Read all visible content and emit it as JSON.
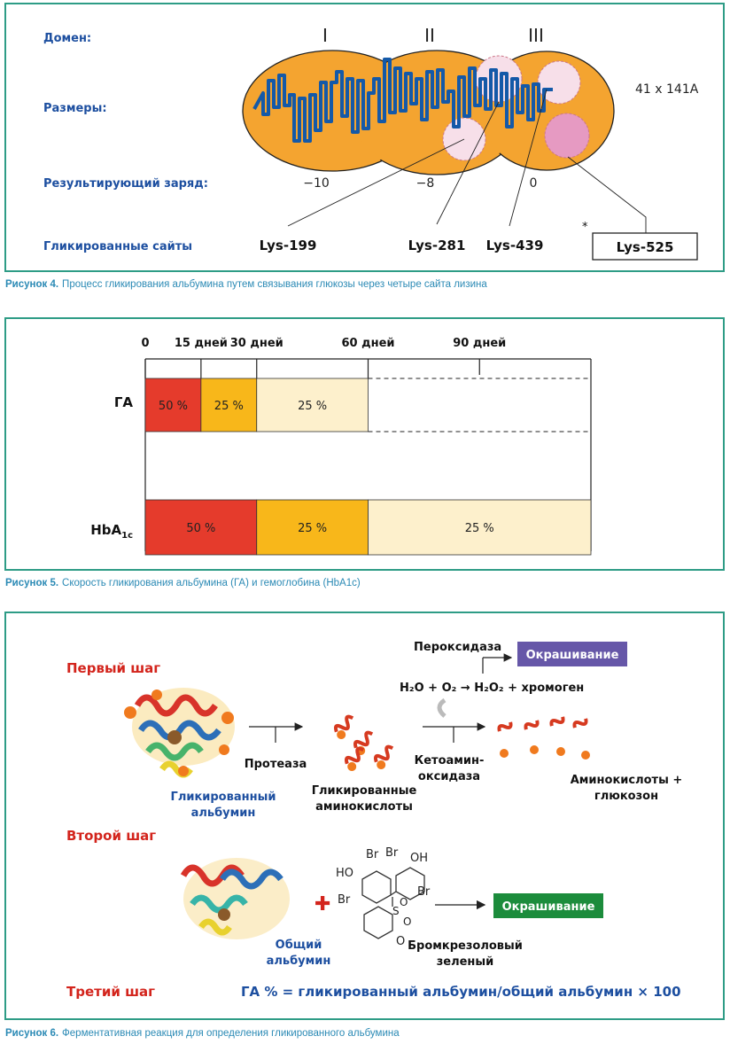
{
  "fig4": {
    "row_labels": {
      "domain": "Домен:",
      "size": "Размеры:",
      "charge": "Результирующий заряд:",
      "sites": "Гликированные сайты"
    },
    "domains": [
      "I",
      "II",
      "III"
    ],
    "size_value": "41 x 141A",
    "charges": [
      "−10",
      "−8",
      "0"
    ],
    "sites": [
      "Lys-199",
      "Lys-281",
      "Lys-439",
      "Lys-525"
    ],
    "asterisk": "*",
    "caption_prefix": "Рисунок 4.",
    "caption_text": "Процесс гликирования альбумина путем связывания глюкозы через четыре сайта лизина"
  },
  "fig5": {
    "caption_prefix": "Рисунок 5.",
    "caption_text": "Скорость гликирования альбумина (ГА) и гемоглобина (HbA1c)",
    "hba_main": "HbA",
    "hba_sub": "1c"
  },
  "chart_data": {
    "type": "bar",
    "x_ticks": [
      0,
      15,
      30,
      60,
      90
    ],
    "x_tick_labels": [
      "0",
      "15 дней",
      "30 дней",
      "60 дней",
      "90 дней"
    ],
    "xlim": [
      0,
      120
    ],
    "categories": [
      "ГА",
      "HbA1c"
    ],
    "series": [
      {
        "category": "ГА",
        "segments": [
          {
            "start": 0,
            "end": 15,
            "label": "50 %",
            "color": "#e53b2c"
          },
          {
            "start": 15,
            "end": 30,
            "label": "25 %",
            "color": "#f8b71a"
          },
          {
            "start": 30,
            "end": 60,
            "label": "25 %",
            "color": "#fdf0cc"
          }
        ]
      },
      {
        "category": "HbA1c",
        "segments": [
          {
            "start": 0,
            "end": 30,
            "label": "50 %",
            "color": "#e53b2c"
          },
          {
            "start": 30,
            "end": 60,
            "label": "25 %",
            "color": "#f8b71a"
          },
          {
            "start": 60,
            "end": 120,
            "label": "25 %",
            "color": "#fdf0cc"
          }
        ]
      }
    ]
  },
  "fig6": {
    "step1": "Первый шаг",
    "step2": "Второй шаг",
    "step3": "Третий шаг",
    "peroxidase": "Пероксидаза",
    "staining": "Окрашивание",
    "reaction": "H₂O + O₂ → H₂O₂ + хромоген",
    "protease": "Протеаза",
    "ketoamine_1": "Кетоамин-",
    "ketoamine_2": "оксидаза",
    "glycated_albumin_1": "Гликированный",
    "glycated_albumin_2": "альбумин",
    "glycated_aa_1": "Гликированные",
    "glycated_aa_2": "аминокислоты",
    "aa_glucosone_1": "Аминокислоты +",
    "aa_glucosone_2": "глюкозон",
    "total_albumin_1": "Общий",
    "total_albumin_2": "альбумин",
    "bcg_1": "Бромкрезоловый",
    "bcg_2": "зеленый",
    "chem_labels": [
      "HO",
      "Br",
      "Br",
      "OH",
      "Br",
      "Br",
      "S",
      "O",
      "O",
      "O"
    ],
    "formula": "ГА % = гликированный альбумин/общий альбумин × 100",
    "caption_prefix": "Рисунок 6.",
    "caption_text": "Ферментативная реакция для определения гликированного альбумина"
  }
}
